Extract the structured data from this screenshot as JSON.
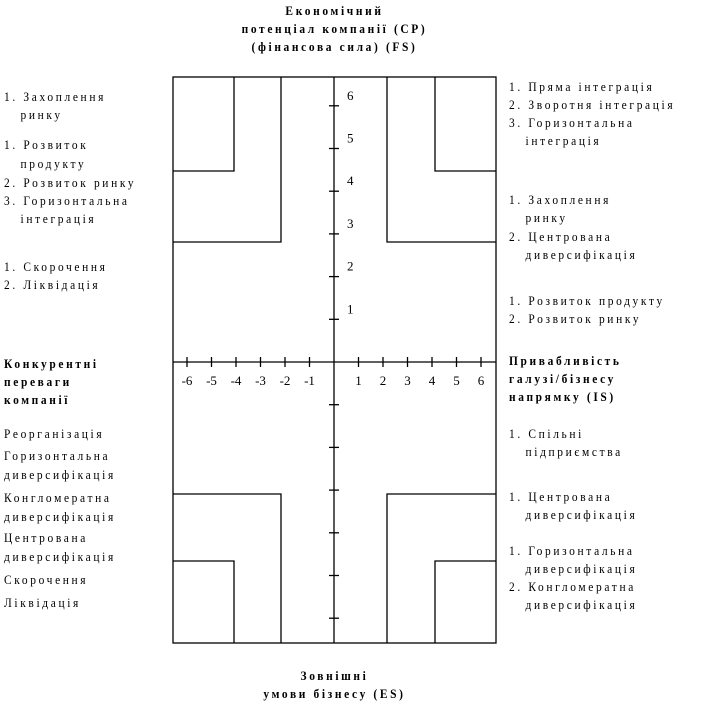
{
  "top_title": [
    "Економічний",
    "потенціал компанії (CP)",
    "(фінансова сила) (FS)"
  ],
  "bottom_title": [
    "Зовнішні",
    "умови бізнесу (ES)"
  ],
  "left_axis_title": [
    "Конкурентні",
    "переваги",
    "компанії"
  ],
  "right_axis_title": [
    "Привабливість",
    "галузі/бізнесу",
    "напрямку (IS)"
  ],
  "x_tick_labels": [
    "-6",
    "-5",
    "-4",
    "-3",
    "-2",
    "-1",
    "1",
    "2",
    "3",
    "4",
    "5",
    "6"
  ],
  "y_tick_labels": [
    "1",
    "2",
    "3",
    "4",
    "5",
    "6"
  ],
  "left_top": [
    "1. Захоплення",
    "   ринку",
    "1. Розвиток",
    "   продукту",
    "2. Розвиток ринку",
    "3. Горизонтальна",
    "   інтеграція",
    "1. Скорочення",
    "2. Ліквідація"
  ],
  "left_bottom": [
    "Реорганізація",
    "Горизонтальна",
    "диверсифікація",
    "Конгломератна",
    "диверсифікація",
    "Центрована",
    "диверсифікація",
    "Скорочення",
    "Ліквідація"
  ],
  "right_top": [
    "1. Пряма інтеграція",
    "2. Зворотня інтеграція",
    "3. Горизонтальна",
    "   інтеграція",
    "1. Захоплення",
    "   ринку",
    "2. Центрована",
    "   диверсифікація",
    "1. Розвиток продукту",
    "2. Розвиток ринку"
  ],
  "right_bottom": [
    "1. Спільні",
    "   підприємства",
    "1. Центрована",
    "   диверсифікація",
    "1. Горизонтальна",
    "   диверсифікація",
    "2. Конгломератна",
    "   диверсифікація"
  ]
}
